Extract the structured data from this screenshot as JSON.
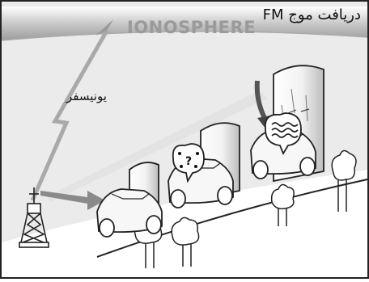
{
  "diagram": {
    "title": "دریافت موج FM",
    "ionosphere_en": "IONOSPHERE",
    "ionosphere_fa": "یونیسفر",
    "bubble_symbol": "?",
    "colors": {
      "panel": "#ebebeb",
      "border": "#222222",
      "ink": "#1a1a1a",
      "arrow": "#8a8a8a",
      "sky_band": "#b5b5b5"
    },
    "icons": [
      "radio-tower-icon",
      "car-icon",
      "building-icon",
      "tree-icon",
      "question-bubble-icon",
      "radio-wave-bubble-icon"
    ]
  }
}
